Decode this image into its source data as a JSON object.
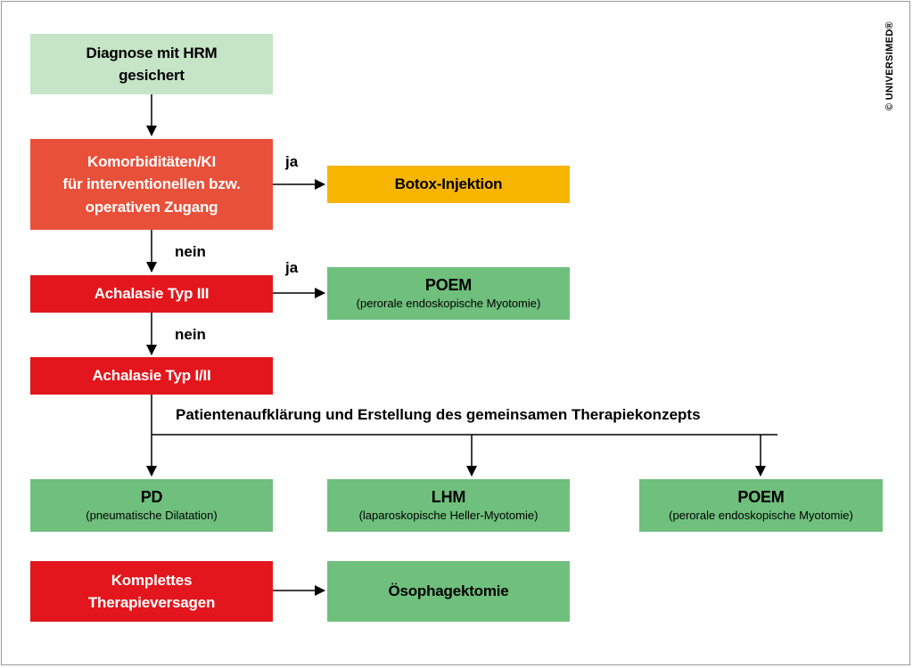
{
  "nodes": {
    "diagnosis": {
      "line1": "Diagnose mit HRM",
      "line2": "gesichert"
    },
    "comorbidities": {
      "line1": "Komorbiditäten/KI",
      "line2": "für interventionellen bzw.",
      "line3": "operativen Zugang"
    },
    "botox": {
      "label": "Botox-Injektion"
    },
    "type3": {
      "label": "Achalasie Typ III"
    },
    "poem_top": {
      "title": "POEM",
      "subtitle": "(perorale endoskopische Myotomie)"
    },
    "type12": {
      "label": "Achalasie Typ I/II"
    },
    "pd": {
      "title": "PD",
      "subtitle": "(pneumatische Dilatation)"
    },
    "lhm": {
      "title": "LHM",
      "subtitle": "(laparoskopische Heller-Myotomie)"
    },
    "poem_bottom": {
      "title": "POEM",
      "subtitle": "(perorale endoskopische Myotomie)"
    },
    "failure": {
      "line1": "Komplettes",
      "line2": "Therapieversagen"
    },
    "esophagectomy": {
      "label": "Ösophagektomie"
    }
  },
  "edge_labels": {
    "yes_1": "ja",
    "no_1": "nein",
    "yes_2": "ja",
    "no_2": "nein",
    "shared": "Patientenaufklärung und Erstellung des gemeinsamen Therapiekonzepts"
  },
  "copyright": "© UNIVERSIMED®",
  "colors": {
    "light_green": "#c6e4c6",
    "orange_red": "#e8503a",
    "red": "#e2161c",
    "amber": "#f8b500",
    "green": "#6fbf7d"
  }
}
